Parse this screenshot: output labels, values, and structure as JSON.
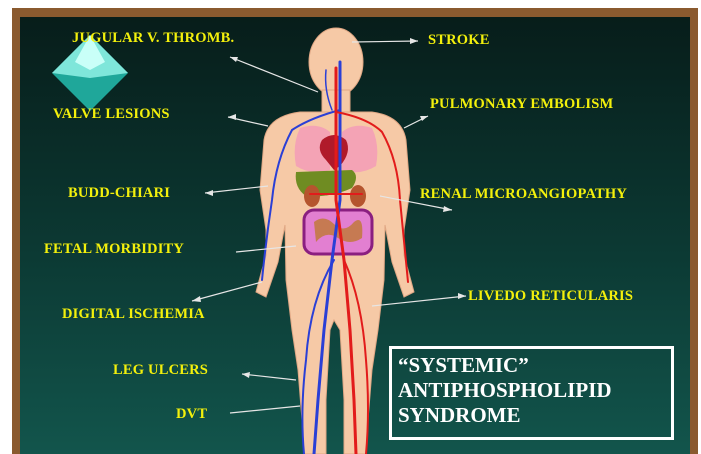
{
  "labels": {
    "jugular": "JUGULAR V. THROMB.",
    "valve": "VALVE LESIONS",
    "budd": "BUDD-CHIARI",
    "fetal": "FETAL MORBIDITY",
    "digital": "DIGITAL ISCHEMIA",
    "leg": "LEG ULCERS",
    "dvt": "DVT",
    "stroke": "STROKE",
    "pulmonary": "PULMONARY EMBOLISM",
    "renal": "RENAL MICROANGIOPATHY",
    "livedo": "LIVEDO RETICULARIS"
  },
  "box": {
    "line1": "“SYSTEMIC”",
    "line2": "ANTIPHOSPHOLIPID",
    "line3": "SYNDROME"
  },
  "colors": {
    "label": "#f3f00c",
    "background_top": "#071d1a",
    "background_bottom": "#12554c",
    "frame": "#8a5a2f",
    "artery": "#e21b1b",
    "vein": "#2a3fd6",
    "skin": "#f6c9a6"
  },
  "icons": {
    "logo": "teal-diamond-icon"
  }
}
